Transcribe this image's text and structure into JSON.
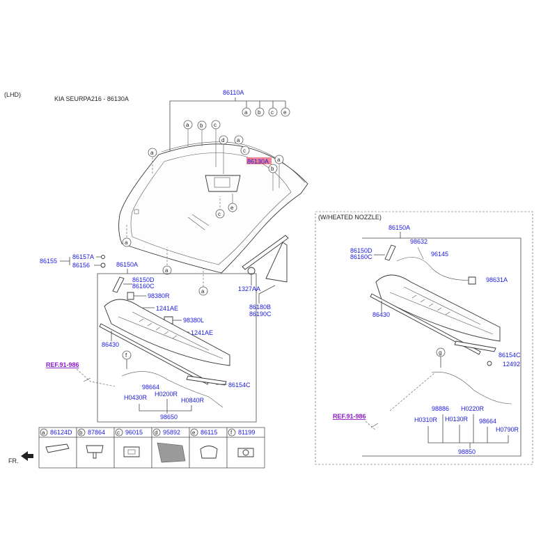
{
  "header": {
    "lhd": "(LHD)",
    "source": "KIA SEURPA216 - 86130A"
  },
  "left": {
    "assembly": "86110A",
    "highlight": "86130A",
    "cowl": "86150A",
    "p86155": "86155",
    "p86157A": "86157A",
    "p86156": "86156",
    "p86150D": "86150D",
    "p86160C": "86160C",
    "p98380R": "98380R",
    "p1241AE_1": "1241AE",
    "p98380L": "98380L",
    "p1241AE_2": "1241AE",
    "p86430": "86430",
    "ref": "REF.91-986",
    "p98664": "98664",
    "pH0430R": "H0430R",
    "pH0200R": "H0200R",
    "pH0840R": "H0840R",
    "p86154C": "86154C",
    "p98650": "98650",
    "p1327AA": "1327AA",
    "p86180B": "86180B",
    "p86190C": "86190C"
  },
  "right": {
    "title": "(W/HEATED NOZZLE)",
    "cowl": "86150A",
    "p86150D": "86150D",
    "p86160C": "86160C",
    "p98632": "98632",
    "p96145": "96145",
    "p98631A": "98631A",
    "p86430": "86430",
    "p86154C": "86154C",
    "p12492": "12492",
    "ref": "REF.91-986",
    "p98886": "98886",
    "pH0220R": "H0220R",
    "pH0310R": "H0310R",
    "pH0130R": "H0130R",
    "p98664": "98664",
    "pH0790R": "H0790R",
    "p98850": "98850"
  },
  "callouts": {
    "a": "a",
    "b": "b",
    "c": "c",
    "d": "d",
    "e": "e",
    "f": "f",
    "g": "g"
  },
  "legend": [
    {
      "letter": "a",
      "part": "86124D"
    },
    {
      "letter": "b",
      "part": "87864"
    },
    {
      "letter": "c",
      "part": "96015"
    },
    {
      "letter": "d",
      "part": "95892"
    },
    {
      "letter": "e",
      "part": "86115"
    },
    {
      "letter": "f",
      "part": "81199"
    }
  ],
  "footer": {
    "fr": "FR."
  },
  "colors": {
    "part_number": "#1a1adc",
    "reference": "#8a1ac8",
    "highlight": "#f07080"
  }
}
